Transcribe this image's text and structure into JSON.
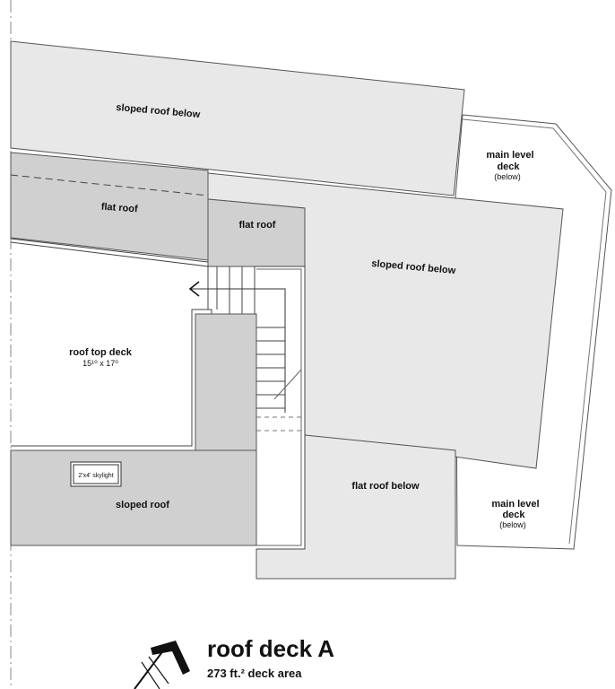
{
  "labels": {
    "sloped_roof_below_top": "sloped roof below",
    "sloped_roof_below_right": "sloped roof below",
    "flat_roof_left": "flat roof",
    "flat_roof_center": "flat roof",
    "main_level_deck_top": "main level",
    "main_level_deck_top_2": "deck",
    "below_top": "(below)",
    "main_level_deck_bottom": "main level",
    "main_level_deck_bottom_2": "deck",
    "below_bottom": "(below)",
    "roof_top_deck": "roof top deck",
    "roof_top_deck_dims": "15¹⁰ x 17⁰",
    "skylight": "2'x4' skylight",
    "sloped_roof": "sloped roof",
    "flat_roof_below": "flat roof below"
  },
  "footer": {
    "title": "roof deck A",
    "area": "273 ft.² deck area"
  },
  "colors": {
    "light_roof": "#e8e8e8",
    "dark_roof": "#d0d0d0",
    "outline": "#555555"
  },
  "icons": {
    "north_arrow": "north-arrow-icon"
  }
}
